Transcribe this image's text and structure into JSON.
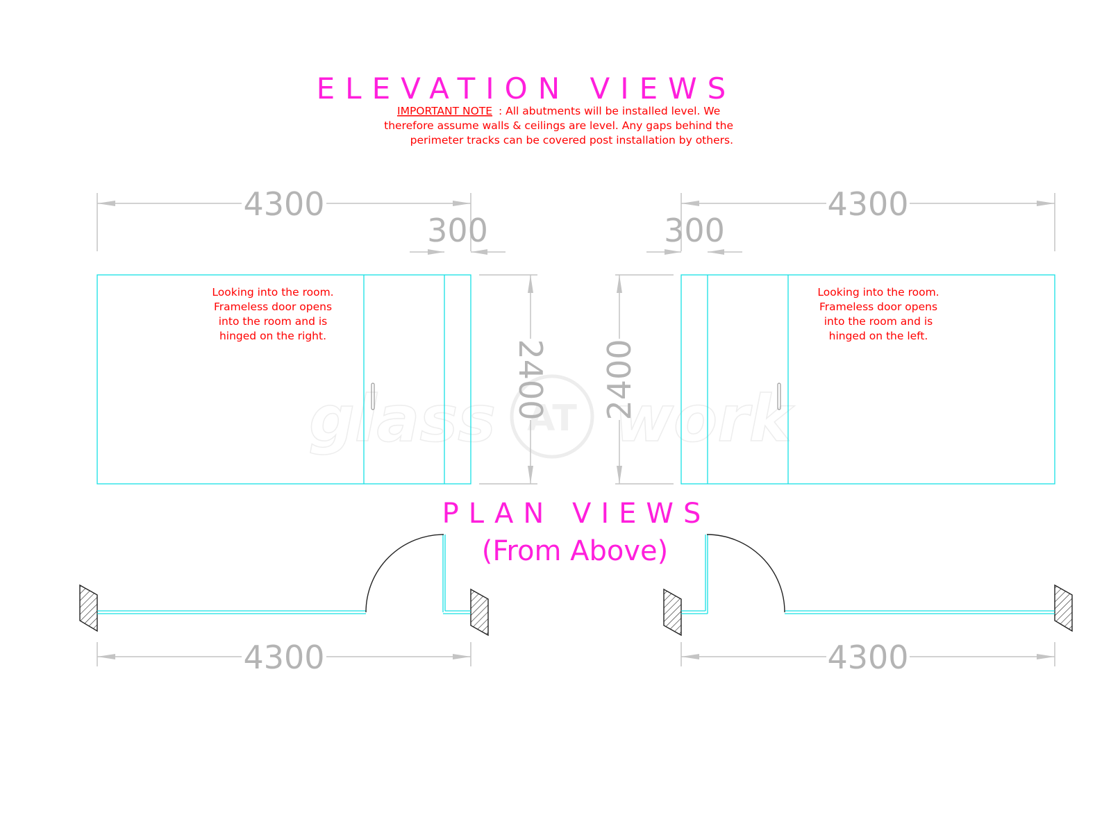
{
  "elevation_title": "ELEVATION VIEWS",
  "note": {
    "label": "IMPORTANT NOTE",
    "lines": [
      ": All abutments will be installed level. We",
      "therefore assume walls & ceilings are level. Any gaps behind the",
      "perimeter tracks can be covered post installation by others."
    ]
  },
  "left_elevation": {
    "width_label": "4300",
    "return_label": "300",
    "height_label": "2400",
    "caption": [
      "Looking into the room.",
      "Frameless door opens",
      "into the room and is",
      "hinged on the right."
    ]
  },
  "right_elevation": {
    "width_label": "4300",
    "return_label": "300",
    "height_label": "2400",
    "caption": [
      "Looking into the room.",
      "Frameless door opens",
      "into the room and is",
      "hinged on the left."
    ]
  },
  "plan_title": "PLAN VIEWS",
  "plan_subtitle": "(From Above)",
  "left_plan": {
    "width_label": "4300"
  },
  "right_plan": {
    "width_label": "4300"
  },
  "watermark": {
    "word1": "glass",
    "badge": "AT",
    "word2": "work"
  },
  "colors": {
    "title": "#ff1fdc",
    "note": "#ff0000",
    "glass": "#16e0e4",
    "dimension": "#b4b4b4"
  }
}
